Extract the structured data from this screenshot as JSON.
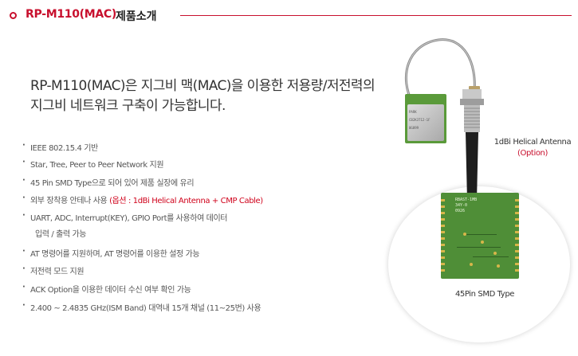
{
  "header": {
    "model": "RP-M110(MAC)",
    "section": "제품소개"
  },
  "intro": {
    "line1": "RP-M110(MAC)은 지그비 맥(MAC)을 이용한 저용량/저전력의",
    "line2": "지그비 네트워크 구축이 가능합니다."
  },
  "features": [
    {
      "text": "IEEE 802.15.4 기반"
    },
    {
      "text": "Star, Tree, Peer to Peer Network 지원"
    },
    {
      "text": "45 Pin SMD Type으로 되어 있어 제품 실장에 유리"
    },
    {
      "text": "외부 장착용 안테나 사용",
      "highlight": "(옵션 : 1dBi Helical Antenna + CMP Cable)"
    },
    {
      "text": "UART, ADC, Interrupt(KEY), GPIO Port를 사용하여 데이터",
      "cont": "입력 / 출력 가능"
    },
    {
      "text": "AT 명령어를 지원하며, AT 명령어를 이용한 설정 가능"
    },
    {
      "text": "저전력 모드 지원"
    },
    {
      "text": "ACK Option을 이용한 데이터 수신 여부 확인 가능"
    },
    {
      "text": "2.400 ~ 2.4835 GHz(ISM Band) 대역내 15개 채널 (11~25번) 사용"
    }
  ],
  "images": {
    "antenna_caption": "1dBi Helical Antenna",
    "antenna_option": "(Option)",
    "module_caption": "45Pin SMD Type",
    "small_module_text": [
      "PARK",
      "CB2K3T12-1F",
      "0G899"
    ],
    "big_module_text": [
      "RBAST-1MB",
      "34Y-0",
      "0926"
    ]
  },
  "colors": {
    "accent": "#c8102e",
    "highlight": "#d0021b",
    "pcb": "#4f8e37"
  }
}
